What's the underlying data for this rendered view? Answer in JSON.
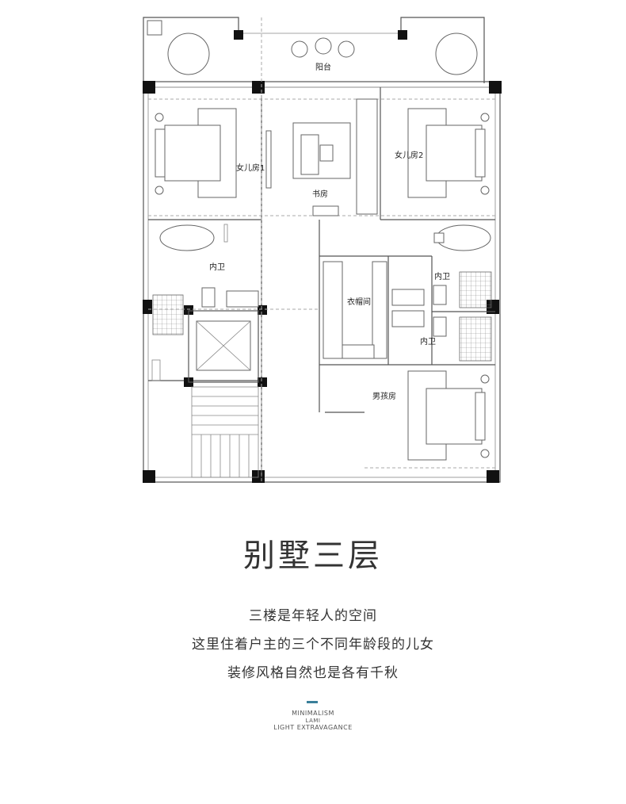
{
  "floorplan": {
    "rooms": {
      "balcony": "阳台",
      "daughter_room_1": "女儿房1",
      "daughter_room_2": "女儿房2",
      "study": "书房",
      "bath_left": "内卫",
      "bath_right_1": "内卫",
      "bath_right_2": "内卫",
      "closet": "衣帽间",
      "boy_room": "男孩房"
    }
  },
  "heading": "别墅三层",
  "description": [
    "三楼是年轻人的空间",
    "这里住着户主的三个不同年龄段的儿女",
    "装修风格自然也是各有千秋"
  ],
  "footer": {
    "line1": "MINIMALISM",
    "line2": "LAMI",
    "line3": "LIGHT EXTRAVAGANCE"
  },
  "colors": {
    "accent": "#3a7f9a",
    "text": "#333333"
  }
}
